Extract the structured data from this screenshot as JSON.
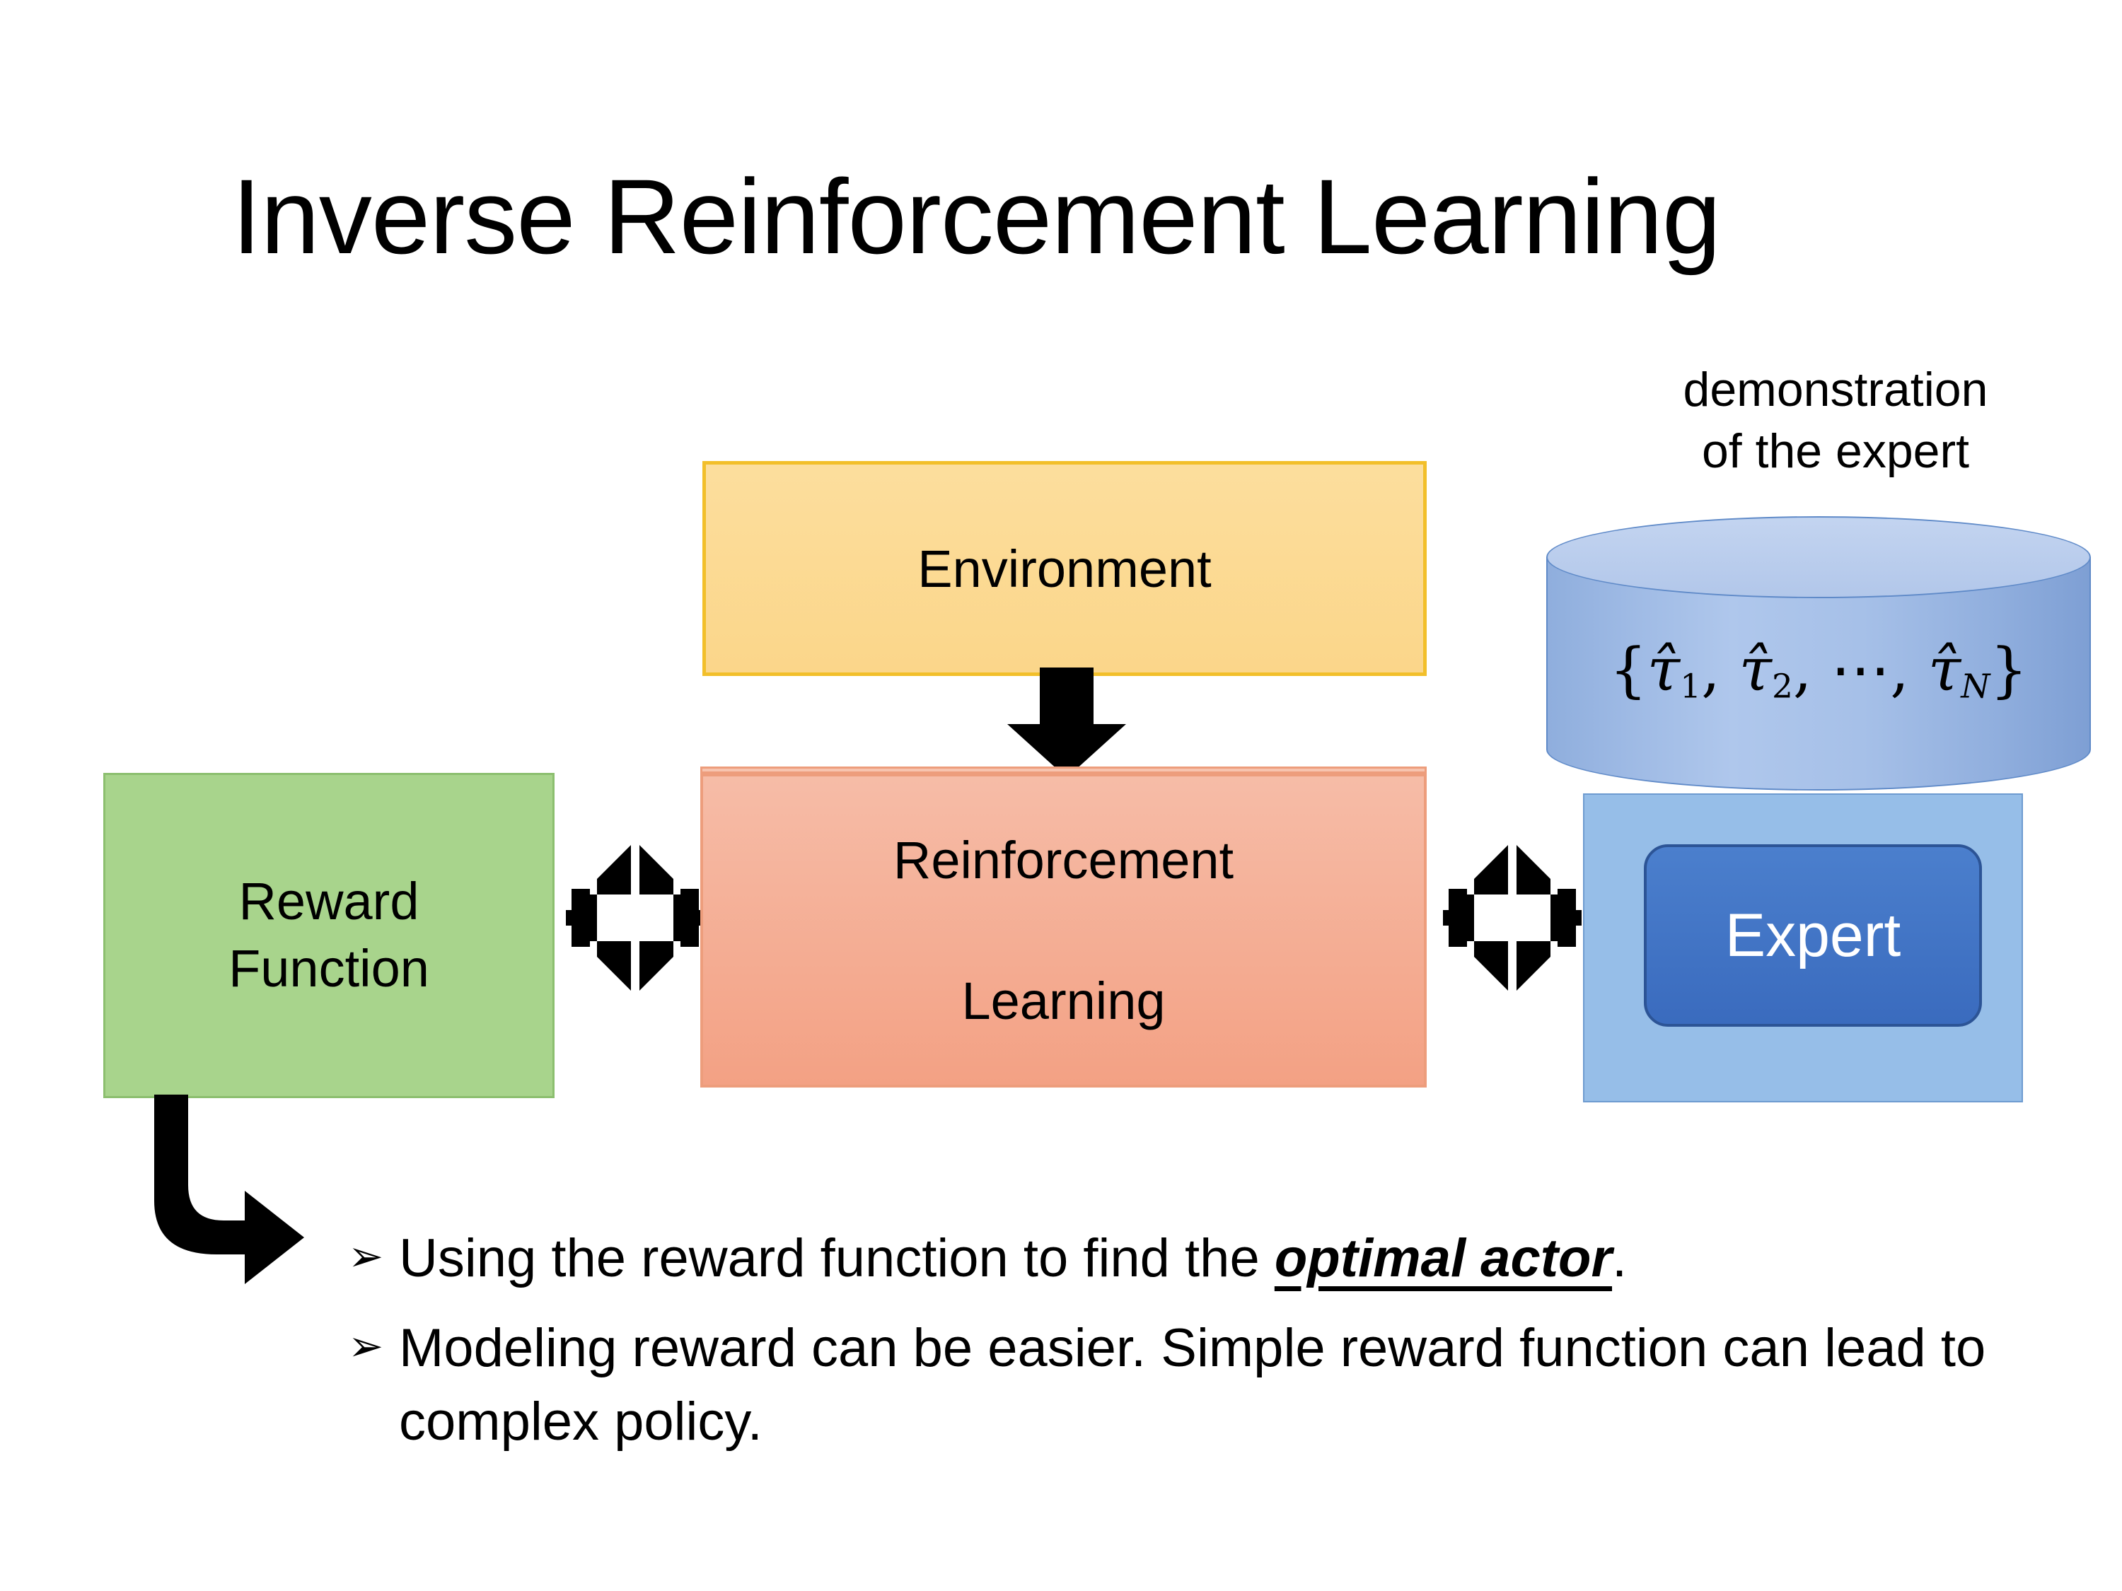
{
  "slide": {
    "title": "Inverse Reinforcement Learning",
    "background_color": "#FFFFFF"
  },
  "diagram": {
    "environment_box": {
      "label": "Environment",
      "fill_color": "#FBD68A",
      "border_color": "#F2BF2A"
    },
    "reward_function_box": {
      "label_line1": "Reward",
      "label_line2": "Function",
      "fill_color": "#A8D48C",
      "border_color": "#8CBF6F"
    },
    "reinforcement_learning_box": {
      "label_line1": "Reinforcement",
      "label_line2": "Learning",
      "fill_color": "#F3A184",
      "border_color": "#ED9D7C"
    },
    "expert_panel": {
      "fill_color": "#96BEE8",
      "border_color": "#6E9BD0"
    },
    "expert_button": {
      "label": "Expert",
      "fill_color": "#3A6BBE",
      "border_color": "#2C5496",
      "text_color": "#FFFFFF"
    },
    "demonstration": {
      "caption_line1": "demonstration",
      "caption_line2": "of the expert",
      "cylinder_label_open": "{",
      "cylinder_label_tau": "τ̂",
      "cylinder_label_sub1": "1",
      "cylinder_label_comma": ",",
      "cylinder_label_sub2": "2",
      "cylinder_label_dots": "⋯",
      "cylinder_label_subN": "N",
      "cylinder_label_close": "}",
      "cylinder_label_full": "{τ̂1, τ̂2, ⋯, τ̂N}",
      "fill_color": "#A6C0E8",
      "border_color": "#5F8AC8"
    },
    "arrows": {
      "environment_to_rl": "down-arrow",
      "reward_rl_link": "four-way-arrow",
      "rl_expert_link": "four-way-arrow",
      "reward_to_bullets": "elbow-arrow",
      "color": "#000000"
    }
  },
  "bullets": {
    "marker": "➢",
    "items": [
      {
        "text_before": "Using the reward function to find the ",
        "emphasis": "optimal actor",
        "text_after": "."
      },
      {
        "text_before": "Modeling reward can be easier. Simple reward function can lead to complex policy.",
        "emphasis": "",
        "text_after": ""
      }
    ]
  }
}
